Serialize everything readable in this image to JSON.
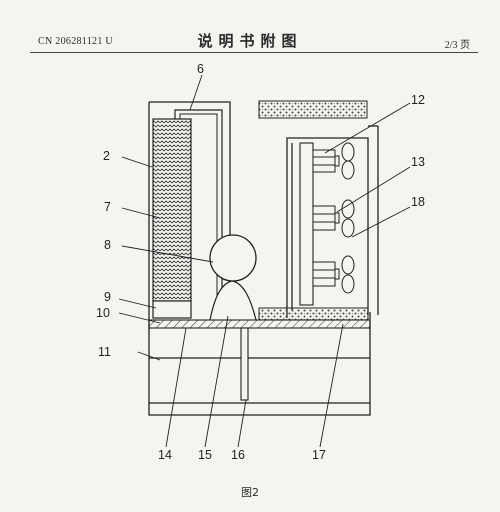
{
  "header": {
    "patent_number": "CN 206281121 U",
    "section_title": "说明书附图",
    "page_indicator": "2/3 页"
  },
  "figure": {
    "caption": "图2",
    "callouts": [
      "2",
      "6",
      "7",
      "8",
      "9",
      "10",
      "11",
      "12",
      "13",
      "14",
      "15",
      "16",
      "17",
      "18"
    ]
  }
}
